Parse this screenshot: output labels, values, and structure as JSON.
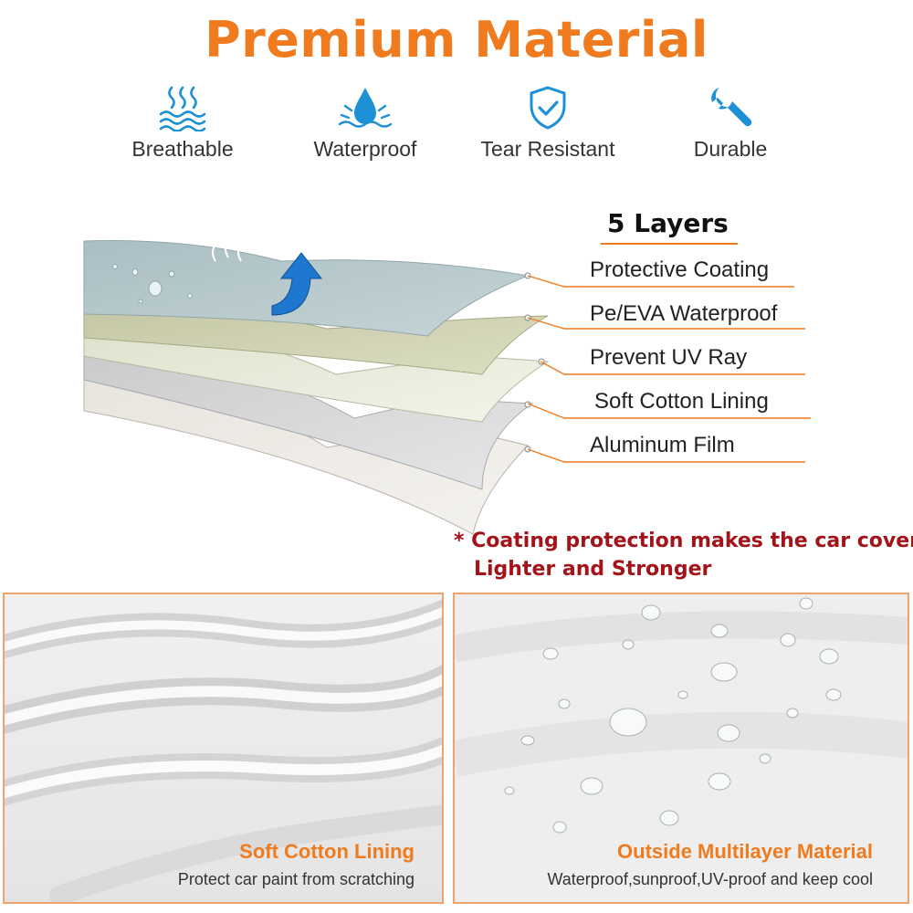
{
  "header": {
    "title": "Premium Material"
  },
  "features": [
    {
      "label": "Breathable",
      "icon": "breathable-icon"
    },
    {
      "label": "Waterproof",
      "icon": "water-drop-icon"
    },
    {
      "label": "Tear Resistant",
      "icon": "shield-check-icon"
    },
    {
      "label": "Durable",
      "icon": "wrench-icon"
    }
  ],
  "layers": {
    "heading": "5  Layers",
    "items": [
      {
        "label": "Protective Coating"
      },
      {
        "label": "Pe/EVA Waterproof"
      },
      {
        "label": "Prevent UV Ray"
      },
      {
        "label": "Soft Cotton Lining"
      },
      {
        "label": "Aluminum Film"
      }
    ]
  },
  "note": {
    "line1": "* Coating protection makes the car cover",
    "line2": "Lighter and Stronger"
  },
  "panels": {
    "left": {
      "title": "Soft Cotton Lining",
      "subtitle": "Protect car paint from scratching"
    },
    "right": {
      "title": "Outside Multilayer Material",
      "subtitle": "Waterproof,sunproof,UV-proof and keep cool"
    }
  },
  "colors": {
    "accent": "#f07b1e",
    "icon_blue": "#1e90d6",
    "note_red": "#a3141a"
  }
}
